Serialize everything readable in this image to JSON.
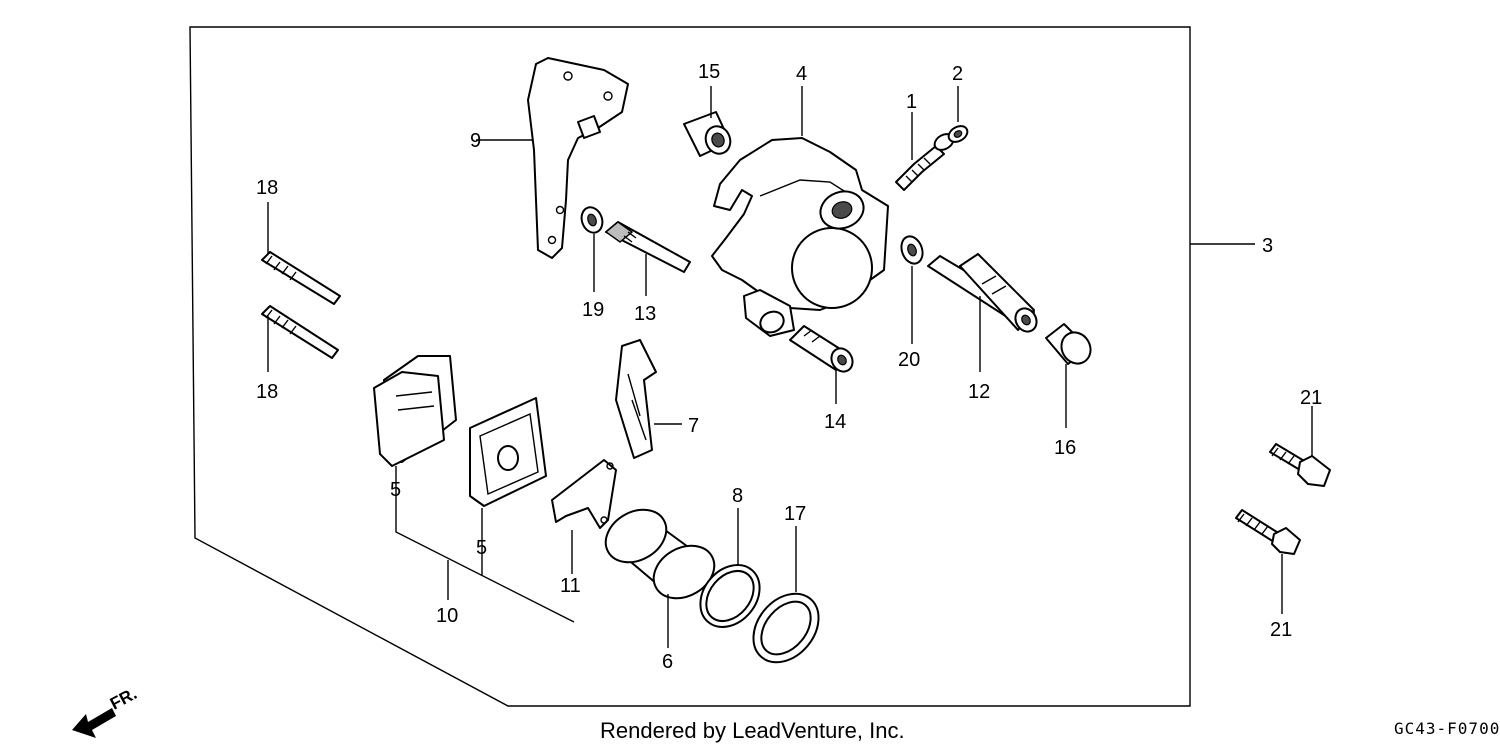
{
  "diagram": {
    "callouts": {
      "c1": "1",
      "c2": "2",
      "c3": "3",
      "c4": "4",
      "c5a": "5",
      "c5b": "5",
      "c6": "6",
      "c7": "7",
      "c8": "8",
      "c9": "9",
      "c10": "10",
      "c11": "11",
      "c12": "12",
      "c13": "13",
      "c14": "14",
      "c15": "15",
      "c16": "16",
      "c17": "17",
      "c18a": "18",
      "c18b": "18",
      "c19": "19",
      "c20": "20",
      "c21a": "21",
      "c21b": "21"
    },
    "direction_label": "FR.",
    "credit": "Rendered by LeadVenture, Inc.",
    "diagram_code": "GC43-F0700"
  }
}
